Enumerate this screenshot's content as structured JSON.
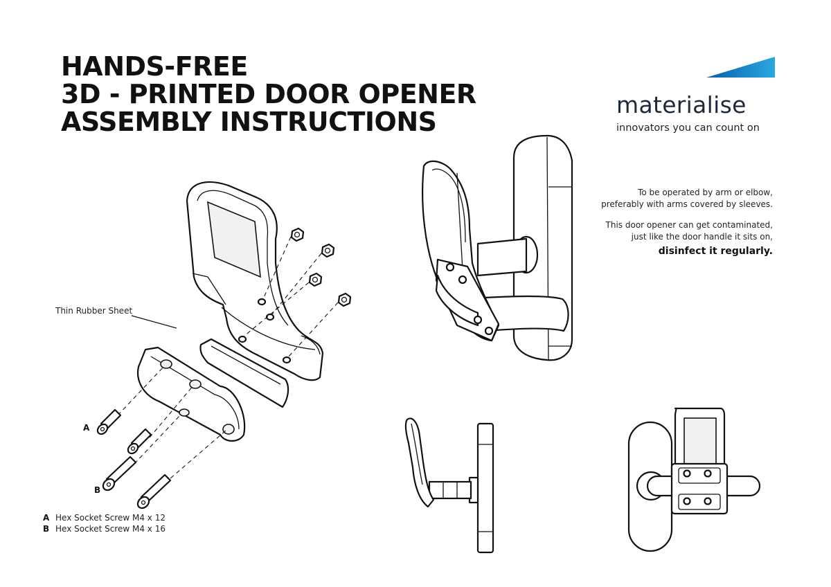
{
  "title": {
    "line1": "HANDS-FREE",
    "line2": "3D - PRINTED DOOR OPENER",
    "line3": "ASSEMBLY INSTRUCTIONS"
  },
  "brand": {
    "name": "materialise",
    "tagline": "innovators you can count on",
    "colors": {
      "accent_dark": "#0a5ea8",
      "accent_light": "#29a8e0",
      "wordmark": "#1d2a3a"
    }
  },
  "notes": {
    "line1": "To be operated by arm or elbow,",
    "line2": "preferably with arms covered by sleeves.",
    "line3": "This door opener can get contaminated,",
    "line4": "just like the door handle it sits on,",
    "line5": "disinfect it regularly."
  },
  "callouts": {
    "rubber_sheet": "Thin Rubber Sheet",
    "mark_a": "A",
    "mark_b": "B"
  },
  "legend": [
    {
      "key": "A",
      "label": "Hex Socket Screw M4 x 12"
    },
    {
      "key": "B",
      "label": "Hex Socket Screw M4 x 16"
    }
  ]
}
